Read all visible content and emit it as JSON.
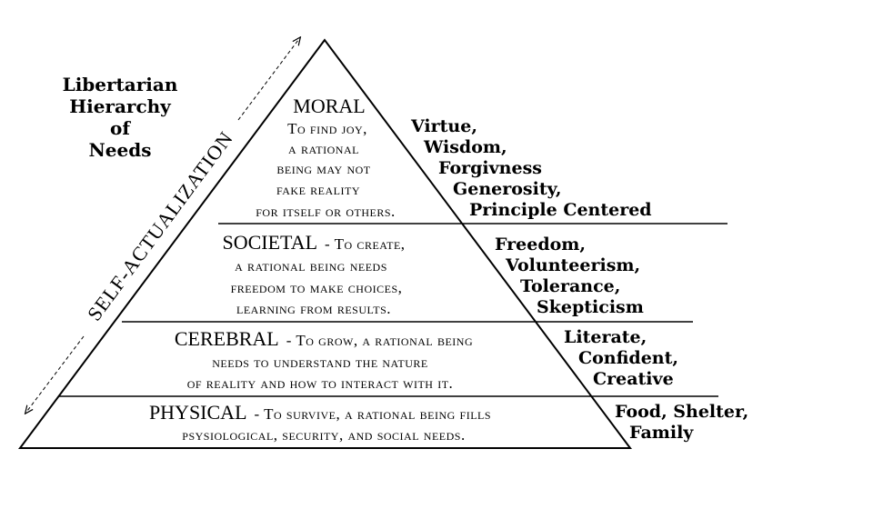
{
  "title": {
    "lines": [
      "Libertarian",
      "Hierarchy",
      "of",
      "Needs"
    ]
  },
  "axis": {
    "label": "SELF-ACTUALIZATION"
  },
  "levels": [
    {
      "id": "moral",
      "heading": "MORAL",
      "lines": [
        "To find joy,",
        "a rational",
        "being may not",
        "fake reality",
        "for itself or others."
      ],
      "attributes": [
        "Virtue,",
        "Wisdom,",
        "Forgivness",
        "Generosity,",
        "Principle Centered"
      ]
    },
    {
      "id": "societal",
      "heading": "SOCIETAL",
      "lines": [
        "- To create,",
        "a rational being needs",
        "freedom to make choices,",
        "learning from results."
      ],
      "attributes": [
        "Freedom,",
        "Volunteerism,",
        "Tolerance,",
        "Skepticism"
      ]
    },
    {
      "id": "cerebral",
      "heading": "CEREBRAL",
      "lines": [
        "- To grow, a rational being",
        "needs to understand the nature",
        "of reality and how to interact with it."
      ],
      "attributes": [
        "Literate,",
        "Confident,",
        "Creative"
      ]
    },
    {
      "id": "physical",
      "heading": "PHYSICAL",
      "lines": [
        "- To survive, a rational being fills",
        "psysiological, security, and social needs."
      ],
      "attributes": [
        "Food, Shelter,",
        "Family"
      ]
    }
  ]
}
